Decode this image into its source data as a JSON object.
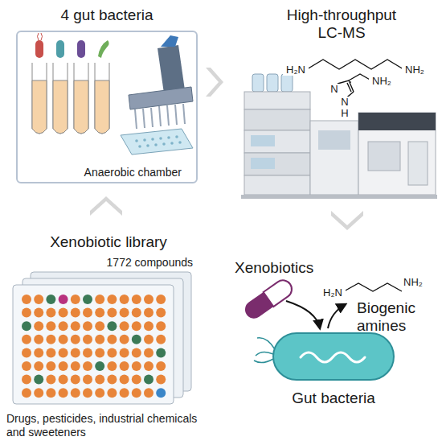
{
  "diagram": {
    "nodes": [
      {
        "text": [
          "4 gut bacteria",
          "Anaerobic chamber"
        ]
      },
      {
        "text": [
          "Gut bacteria"
        ]
      }
    ],
    "labels": [
      "High-throughput LC-MS",
      "H₂N",
      "NH₂",
      "N",
      "N",
      "H",
      "NH₂",
      "Xenobiotic library",
      "1772 compounds",
      "Drugs, pesticides, industrial chemicals and sweeteners",
      "Xenobiotics",
      "H₂N",
      "NH₂",
      "Biogenic amines"
    ]
  }
}
